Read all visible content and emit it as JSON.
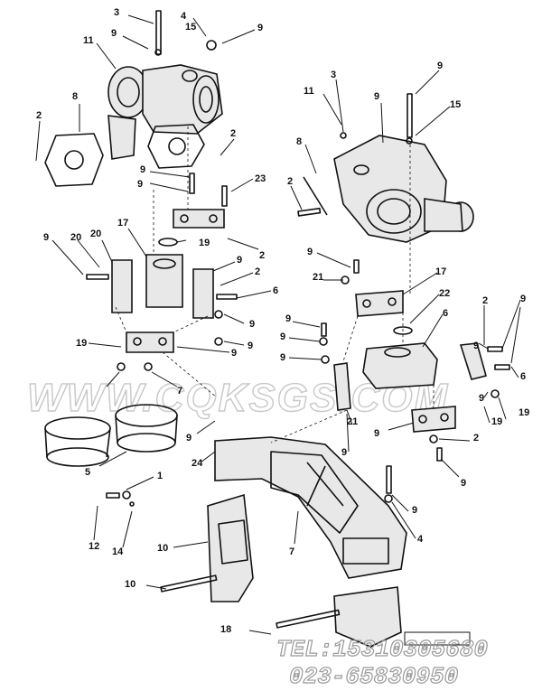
{
  "watermark": "WWW.CQKSGS.COM",
  "contact": {
    "tel": "TEL:15310305680",
    "phone": "023-65830950"
  },
  "callouts": [
    {
      "id": "c1",
      "text": "3"
    },
    {
      "id": "c2",
      "text": "9"
    },
    {
      "id": "c3",
      "text": "4"
    },
    {
      "id": "c4",
      "text": "9"
    },
    {
      "id": "c5",
      "text": "15"
    },
    {
      "id": "c6",
      "text": "11"
    },
    {
      "id": "c7",
      "text": "8"
    },
    {
      "id": "c8",
      "text": "2"
    },
    {
      "id": "c9",
      "text": "2"
    },
    {
      "id": "c10",
      "text": "9"
    },
    {
      "id": "c11",
      "text": "9"
    },
    {
      "id": "c12",
      "text": "23"
    },
    {
      "id": "c13",
      "text": "17"
    },
    {
      "id": "c14",
      "text": "19"
    },
    {
      "id": "c15",
      "text": "2"
    },
    {
      "id": "c16",
      "text": "9"
    },
    {
      "id": "c17",
      "text": "20"
    },
    {
      "id": "c18",
      "text": "20"
    },
    {
      "id": "c19",
      "text": "9"
    },
    {
      "id": "c20",
      "text": "2"
    },
    {
      "id": "c21",
      "text": "6"
    },
    {
      "id": "c22",
      "text": "9"
    },
    {
      "id": "c23",
      "text": "9"
    },
    {
      "id": "c24",
      "text": "19"
    },
    {
      "id": "c25",
      "text": "9"
    },
    {
      "id": "c26",
      "text": "7"
    },
    {
      "id": "c27",
      "text": "9"
    },
    {
      "id": "c28",
      "text": "24"
    },
    {
      "id": "c29",
      "text": "5"
    },
    {
      "id": "c30",
      "text": "1"
    },
    {
      "id": "c31",
      "text": "12"
    },
    {
      "id": "c32",
      "text": "14"
    },
    {
      "id": "c33",
      "text": "10"
    },
    {
      "id": "c34",
      "text": "10"
    },
    {
      "id": "c35",
      "text": "18"
    },
    {
      "id": "c36",
      "text": "7"
    },
    {
      "id": "c37",
      "text": "9"
    },
    {
      "id": "c38",
      "text": "4"
    },
    {
      "id": "c39",
      "text": "3"
    },
    {
      "id": "c40",
      "text": "9"
    },
    {
      "id": "c41",
      "text": "15"
    },
    {
      "id": "c42",
      "text": "9"
    },
    {
      "id": "c43",
      "text": "11"
    },
    {
      "id": "c44",
      "text": "8"
    },
    {
      "id": "c45",
      "text": "2"
    },
    {
      "id": "c46",
      "text": "9"
    },
    {
      "id": "c47",
      "text": "21"
    },
    {
      "id": "c48",
      "text": "17"
    },
    {
      "id": "c49",
      "text": "22"
    },
    {
      "id": "c50",
      "text": "6"
    },
    {
      "id": "c51",
      "text": "9"
    },
    {
      "id": "c52",
      "text": "9"
    },
    {
      "id": "c53",
      "text": "9"
    },
    {
      "id": "c54",
      "text": "2"
    },
    {
      "id": "c55",
      "text": "9"
    },
    {
      "id": "c56",
      "text": "9"
    },
    {
      "id": "c57",
      "text": "6"
    },
    {
      "id": "c58",
      "text": "19"
    },
    {
      "id": "c59",
      "text": "9"
    },
    {
      "id": "c60",
      "text": "19"
    },
    {
      "id": "c61",
      "text": "21"
    },
    {
      "id": "c62",
      "text": "9"
    },
    {
      "id": "c63",
      "text": "9"
    },
    {
      "id": "c64",
      "text": "2"
    },
    {
      "id": "c65",
      "text": "9"
    }
  ]
}
